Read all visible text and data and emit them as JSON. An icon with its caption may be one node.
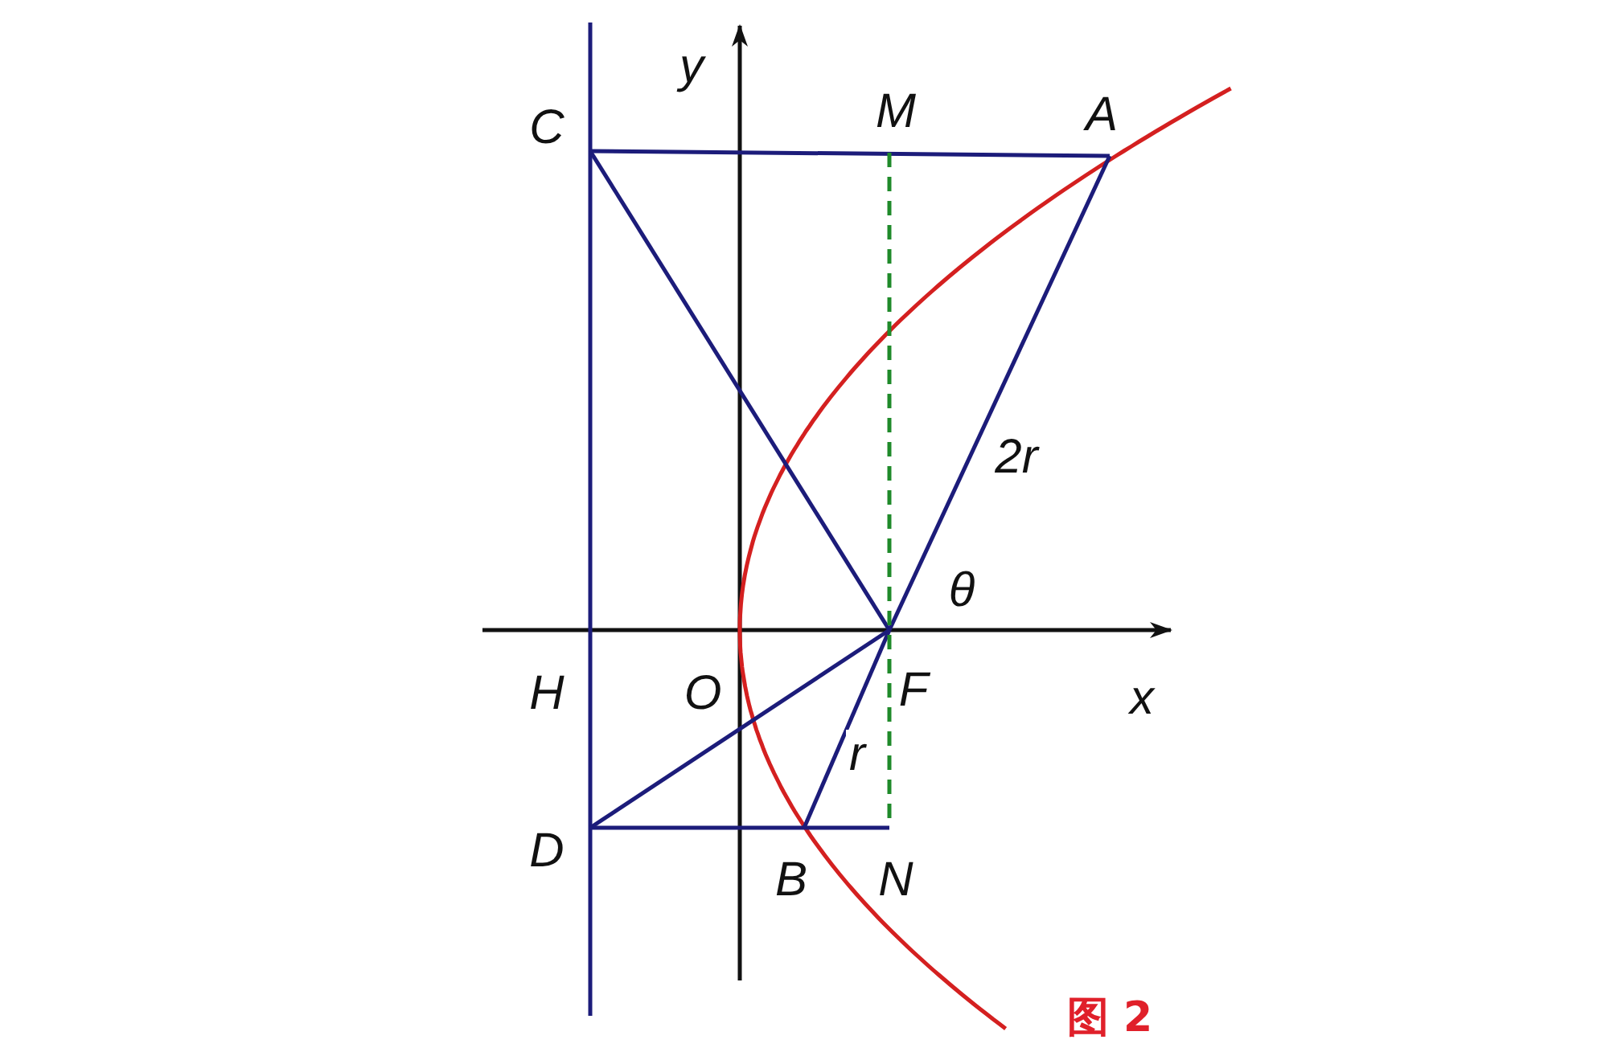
{
  "diagram": {
    "caption": "图 2",
    "nodes": [
      {
        "text": [
          "C"
        ]
      },
      {
        "text": [
          "M"
        ]
      },
      {
        "text": [
          "A"
        ]
      },
      {
        "text": [
          "F"
        ]
      },
      {
        "text": [
          "D"
        ]
      },
      {
        "text": [
          "B"
        ]
      },
      {
        "text": [
          "N"
        ]
      }
    ],
    "edges": [
      {
        "from": 0,
        "to": 2,
        "arrow": "none"
      },
      {
        "from": 0,
        "to": 3,
        "arrow": "none"
      },
      {
        "from": 2,
        "to": 3,
        "arrow": "none",
        "label": "2r"
      },
      {
        "from": 4,
        "to": 3,
        "arrow": "none"
      },
      {
        "from": 4,
        "to": 6,
        "arrow": "none"
      },
      {
        "from": 5,
        "to": 3,
        "arrow": "none",
        "label": "r"
      },
      {
        "from": 1,
        "to": 6,
        "arrow": "none",
        "style": "dashed",
        "color": "#1f8a2a"
      }
    ],
    "labels": [
      "y",
      "θ",
      "H",
      "O",
      "x"
    ]
  }
}
